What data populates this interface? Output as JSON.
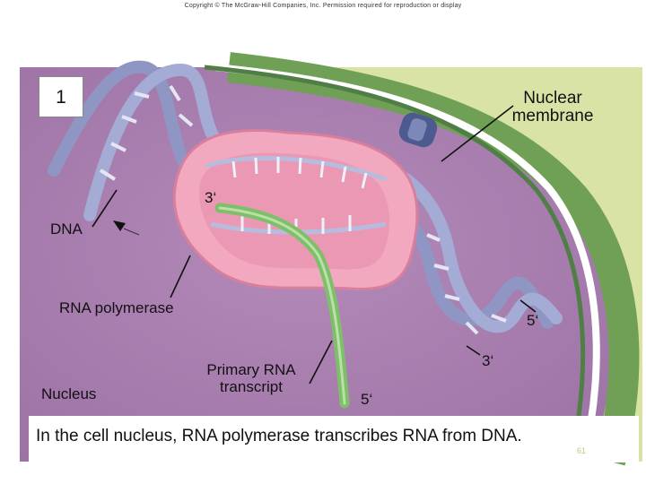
{
  "copyright": "Copyright © The McGraw-Hill Companies, Inc. Permission required for reproduction or display",
  "step_number": "1",
  "labels": {
    "nuclear_membrane_line1": "Nuclear",
    "nuclear_membrane_line2": "membrane",
    "dna": "DNA",
    "rna_polymerase": "RNA polymerase",
    "nucleus": "Nucleus",
    "primary_transcript_line1": "Primary RNA",
    "primary_transcript_line2": "transcript",
    "three_prime_top": "3‘",
    "five_prime_right": "5‘",
    "three_prime_right": "3‘",
    "five_prime_bottom": "5‘"
  },
  "caption": "In the cell nucleus, RNA polymerase transcribes RNA from DNA.",
  "page_number": "61",
  "colors": {
    "nucleoplasm": "#a97fb0",
    "membrane_green": "#6fa056",
    "cytoplasm_green": "#d9e3a6",
    "polymerase_pink": "#f2a9c0",
    "dna_strand": "#8f96c4",
    "rna_strand": "#7fbf6a",
    "pore_blue": "#4c5a8f"
  }
}
